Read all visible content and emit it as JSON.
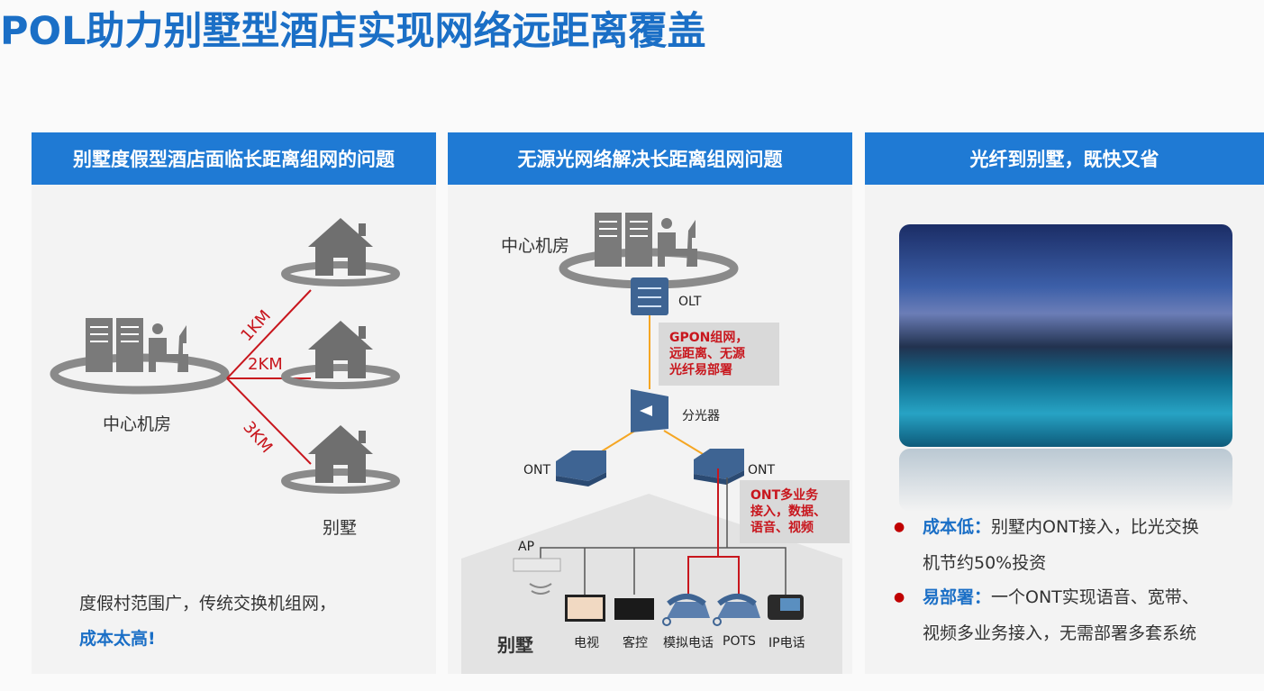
{
  "title": "POL助力别墅型酒店实现网络远距离覆盖",
  "panels": [
    {
      "header": "别墅度假型酒店面临长距离组网的问题",
      "center_label": "中心机房",
      "distances": [
        "1KM",
        "2KM",
        "3KM"
      ],
      "villa_label": "别墅",
      "text_line1": "度假村范围广，传统交换机组网，",
      "text_highlight": "成本太高!"
    },
    {
      "header": "无源光网络解决长距离组网问题",
      "center_label": "中心机房",
      "olt_label": "OLT",
      "gpon_note": [
        "GPON组网，",
        "远距离、无源",
        "光纤易部署"
      ],
      "splitter_label": "分光器",
      "ont_left_label": "ONT",
      "ont_right_label": "ONT",
      "ont_note": [
        "ONT多业务",
        "接入，数据、",
        "语音、视频"
      ],
      "ap_label": "AP",
      "villa_label": "别墅",
      "devices": [
        "电视",
        "客控",
        "模拟电话",
        "POTS",
        "IP电话"
      ]
    },
    {
      "header": "光纤到别墅，既快又省",
      "bullets": [
        {
          "keyword": "成本低：",
          "line1": "别墅内ONT接入，比光交换",
          "line2": "机节约50%投资"
        },
        {
          "keyword": "易部署：",
          "line1": "一个ONT实现语音、宽带、",
          "line2": "视频多业务接入，无需部署多套系统"
        }
      ]
    }
  ],
  "colors": {
    "brand": "#1b6fc6",
    "header": "#1f7ad4",
    "alert": "#c8161d",
    "fiber": "#f5a623"
  }
}
